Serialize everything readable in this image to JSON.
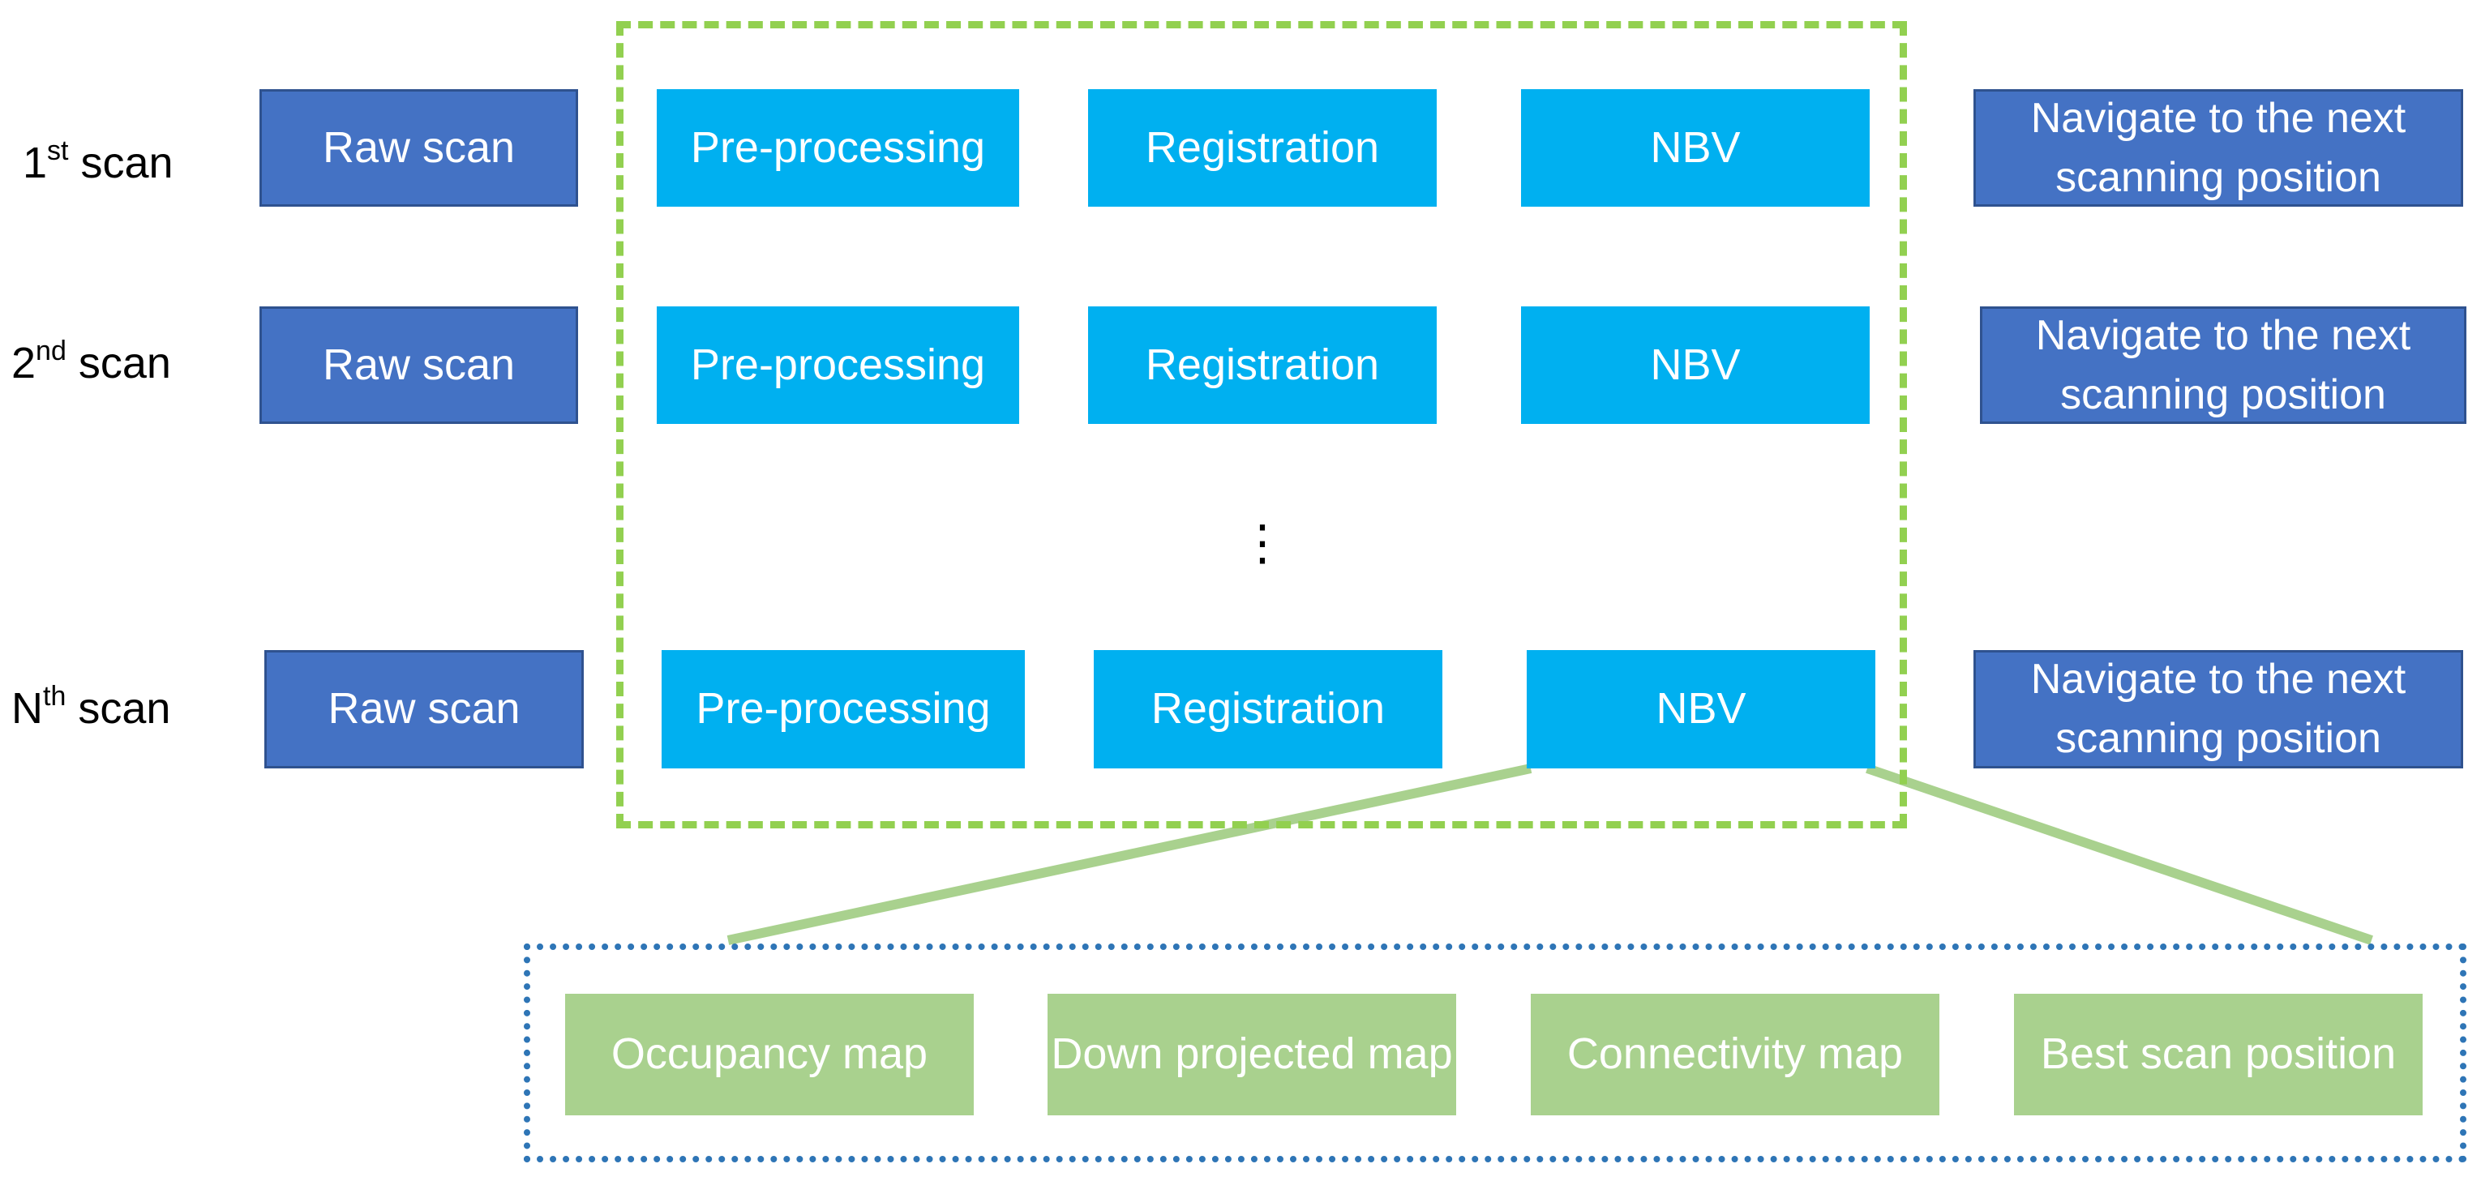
{
  "rows": [
    {
      "label_main": "1",
      "label_sup": "st",
      "label_tail": " scan",
      "raw": "Raw scan",
      "pre": "Pre-processing",
      "reg": "Registration",
      "nbv": "NBV",
      "nav": "Navigate to the next scanning position"
    },
    {
      "label_main": "2",
      "label_sup": "nd",
      "label_tail": " scan",
      "raw": "Raw scan",
      "pre": "Pre-processing",
      "reg": "Registration",
      "nbv": "NBV",
      "nav": "Navigate to the next scanning position"
    },
    {
      "label_main": "N",
      "label_sup": "th",
      "label_tail": " scan",
      "raw": "Raw scan",
      "pre": "Pre-processing",
      "reg": "Registration",
      "nbv": "NBV",
      "nav": "Navigate to the next scanning position"
    }
  ],
  "ellipsis": "⋮",
  "nbv_detail": [
    "Occupancy map",
    "Down projected map",
    "Connectivity map",
    "Best scan position"
  ],
  "colors": {
    "raw_fill": "#4472C4",
    "stage_fill": "#00B0F0",
    "detail_fill": "#A9D18E",
    "group_border": "#92D050",
    "detail_border": "#2E75B6",
    "connector": "#A9D18E"
  }
}
